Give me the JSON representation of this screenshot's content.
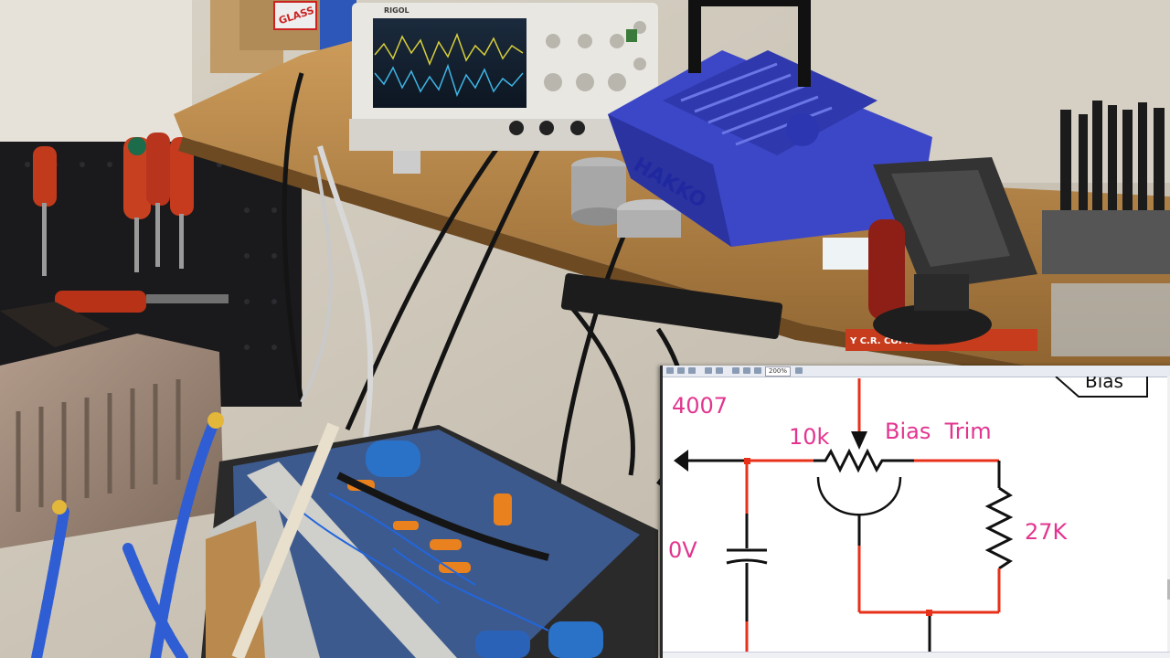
{
  "scene": {
    "oscilloscope_brand": "RIGOL",
    "box_label": "GLASS",
    "fan_brand": "HAKKO",
    "power_strip_label": "Y C.R. COPIES"
  },
  "schematic": {
    "toolbar_zoom": "200%",
    "labels": {
      "diode": "4007",
      "voltage": "0V",
      "pot_value": "10k",
      "pot_name": "Bias  Trim",
      "resistor": "27K",
      "block": "Bias"
    }
  },
  "colors": {
    "wire_red": "#e8311a",
    "label_pink": "#e2358f",
    "wire_black": "#111111",
    "fan_blue": "#3c47c8",
    "shelf_wood": "#b98a4e"
  },
  "icons": [
    "arrow-left-icon",
    "potentiometer-icon",
    "resistor-icon",
    "capacitor-icon"
  ]
}
